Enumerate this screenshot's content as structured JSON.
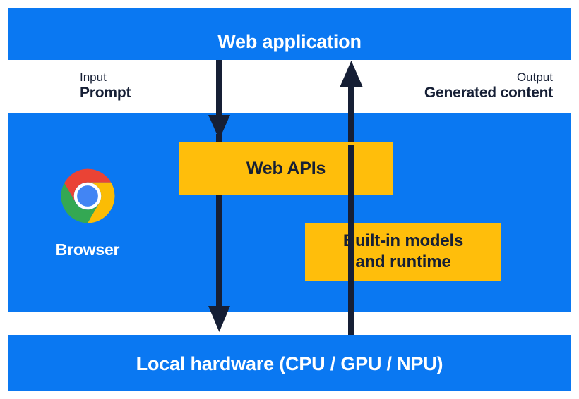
{
  "diagram": {
    "title": "Web application",
    "colors": {
      "blue": "#0a78f2",
      "amber": "#ffbe0b",
      "dark": "#161f35",
      "white": "#ffffff"
    },
    "layers": {
      "top": {
        "label": "Web application"
      },
      "middle": {
        "browser": {
          "label": "Browser",
          "icon": "chrome-logo-icon"
        },
        "boxes": [
          {
            "label": "Web APIs"
          },
          {
            "label": "Built-in models\nand runtime"
          }
        ]
      },
      "bottom": {
        "label": "Local hardware (CPU / GPU / NPU)"
      }
    },
    "flows": [
      {
        "kind": "Input",
        "value": "Prompt",
        "direction": "down"
      },
      {
        "kind": "Output",
        "value": "Generated content",
        "direction": "up"
      }
    ]
  }
}
